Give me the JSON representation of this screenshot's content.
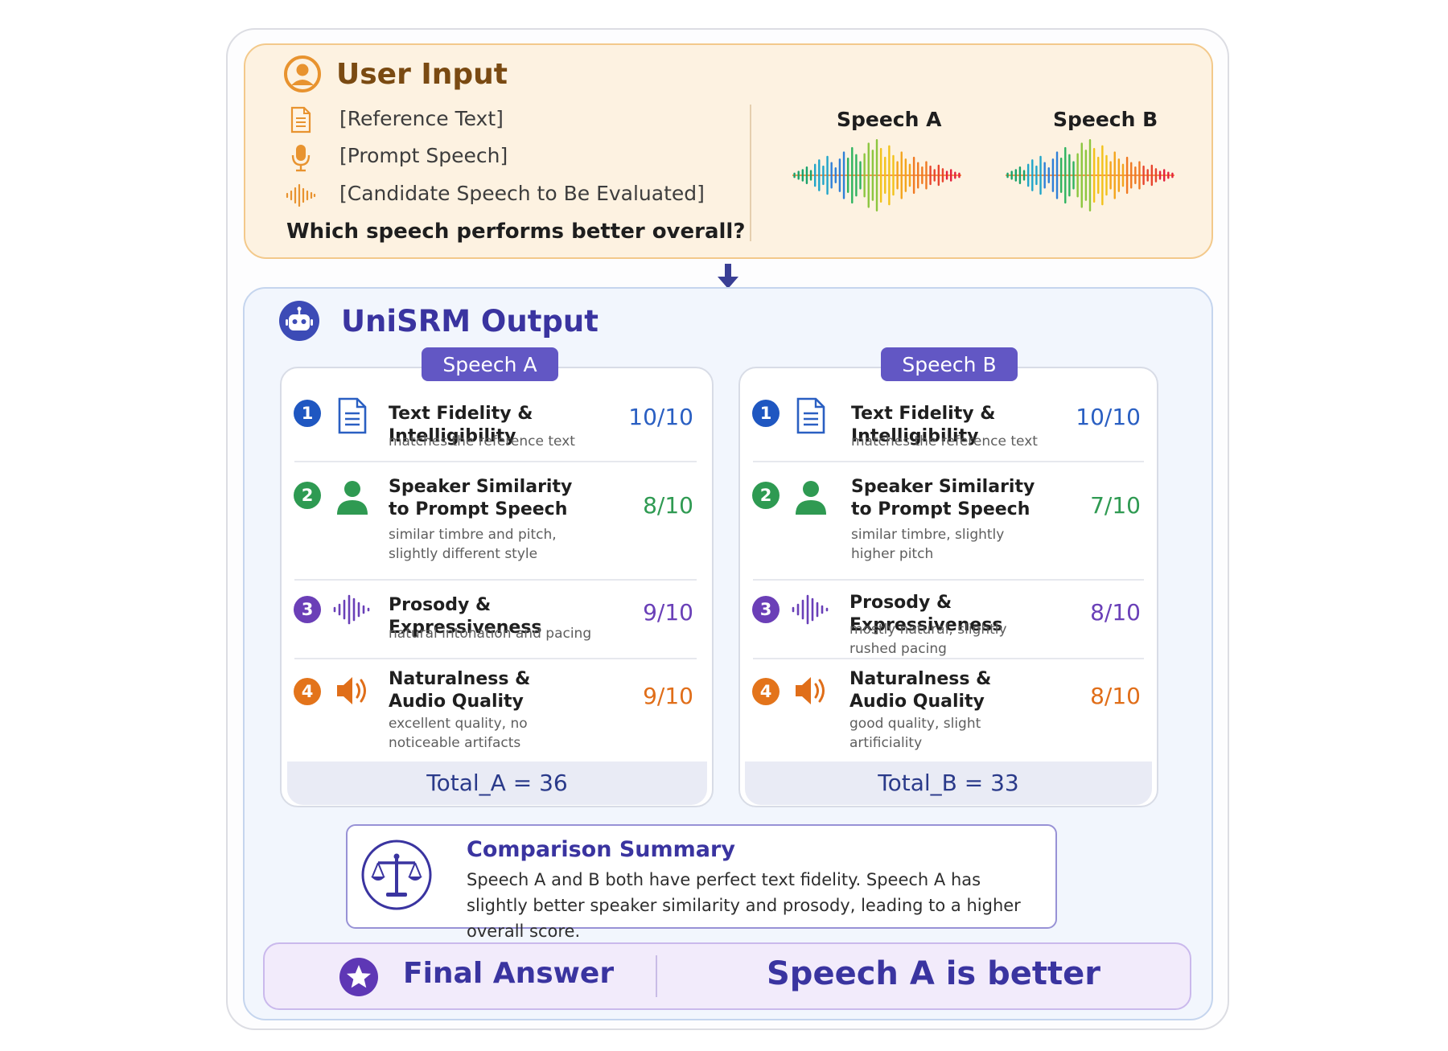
{
  "user_input": {
    "title": "User Input",
    "lines": [
      "[Reference Text]",
      "[Prompt Speech]",
      "[Candidate Speech to Be Evaluated]"
    ],
    "question": "Which speech performs better overall?",
    "speech_a_label": "Speech A",
    "speech_b_label": "Speech B"
  },
  "output": {
    "title": "UniSRM Output",
    "cards": [
      {
        "pill": "Speech A",
        "metrics": [
          {
            "num": "1",
            "title": "Text Fidelity & Intelligibility",
            "desc": "matches the reference text",
            "score": "10/10"
          },
          {
            "num": "2",
            "title": "Speaker Similarity to Prompt Speech",
            "desc": "similar timbre and pitch, slightly different style",
            "score": "8/10"
          },
          {
            "num": "3",
            "title": "Prosody & Expressiveness",
            "desc": "natural intonation and pacing",
            "score": "9/10"
          },
          {
            "num": "4",
            "title": "Naturalness & Audio Quality",
            "desc": "excellent quality, no noticeable artifacts",
            "score": "9/10"
          }
        ],
        "total": "Total_A = 36"
      },
      {
        "pill": "Speech B",
        "metrics": [
          {
            "num": "1",
            "title": "Text Fidelity & Intelligibility",
            "desc": "matches the reference text",
            "score": "10/10"
          },
          {
            "num": "2",
            "title": "Speaker Similarity to Prompt Speech",
            "desc": "similar timbre, slightly higher pitch",
            "score": "7/10"
          },
          {
            "num": "3",
            "title": "Prosody & Expressiveness",
            "desc": "mostly natural, slightly rushed pacing",
            "score": "8/10"
          },
          {
            "num": "4",
            "title": "Naturalness & Audio Quality",
            "desc": "good quality, slight artificiality",
            "score": "8/10"
          }
        ],
        "total": "Total_B = 33"
      }
    ],
    "summary": {
      "title": "Comparison Summary",
      "text": "Speech A and B both have perfect text fidelity. Speech A has slightly better speaker similarity and prosody, leading to a higher overall score."
    },
    "final": {
      "label": "Final Answer",
      "answer": "Speech A is better"
    }
  },
  "colors": {
    "metric1": "#2a5fc2",
    "metric2": "#2f9a52",
    "metric3": "#6a40b8",
    "metric4": "#e06e19",
    "accent": "#3a34a0",
    "pill": "#6257c4",
    "input_accent": "#e8932f"
  },
  "icons": {
    "user_input": "user-icon",
    "lines": [
      "document-icon",
      "microphone-icon",
      "waveform-icon"
    ],
    "output": "robot-icon",
    "metrics": [
      "document-icon",
      "person-icon",
      "waveform-icon",
      "speaker-icon"
    ],
    "summary": "scales-icon",
    "final": "star-icon",
    "arrow": "arrow-down-icon"
  }
}
